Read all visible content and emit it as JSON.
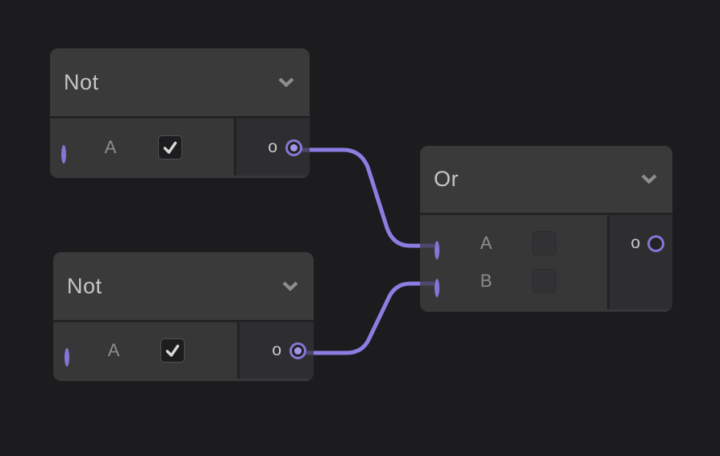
{
  "canvas": {
    "background_color": "#1c1c1e",
    "wire_color": "#8b7ee3",
    "wire_stub_color": "#4e4870",
    "port_ring_color": "#8478d6",
    "port_dot_color": "#a296e8"
  },
  "nodes": [
    {
      "title": "Not",
      "header_icon": "chevron-down-icon",
      "inputs": [
        {
          "label": "A",
          "control": "checkbox",
          "checked": true,
          "connected": false
        }
      ],
      "outputs": [
        {
          "label": "o",
          "connected": true
        }
      ]
    },
    {
      "title": "Not",
      "header_icon": "chevron-down-icon",
      "inputs": [
        {
          "label": "A",
          "control": "checkbox",
          "checked": true,
          "connected": false
        }
      ],
      "outputs": [
        {
          "label": "o",
          "connected": true
        }
      ]
    },
    {
      "title": "Or",
      "header_icon": "chevron-down-icon",
      "inputs": [
        {
          "label": "A",
          "control": "checkbox-disabled",
          "checked": false,
          "connected": true
        },
        {
          "label": "B",
          "control": "checkbox-disabled",
          "checked": false,
          "connected": true
        }
      ],
      "outputs": [
        {
          "label": "o",
          "connected": false
        }
      ]
    }
  ],
  "wires": [
    {
      "from": "not-1 output o",
      "to": "or-1 input A"
    },
    {
      "from": "not-2 output o",
      "to": "or-1 input B"
    }
  ]
}
